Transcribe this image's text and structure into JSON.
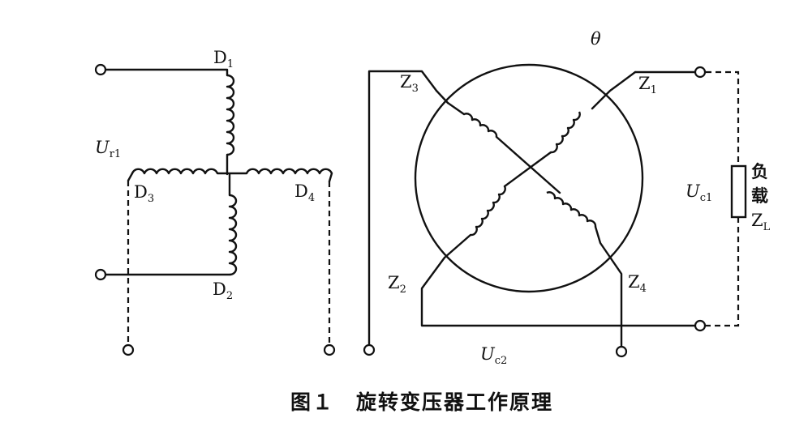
{
  "labels": {
    "d1": {
      "main": "D",
      "sub": "1"
    },
    "d2": {
      "main": "D",
      "sub": "2"
    },
    "d3": {
      "main": "D",
      "sub": "3"
    },
    "d4": {
      "main": "D",
      "sub": "4"
    },
    "ur1": {
      "main": "U",
      "sub": "r1"
    },
    "uc1": {
      "main": "U",
      "sub": "c1"
    },
    "uc2": {
      "main": "U",
      "sub": "c2"
    },
    "z1": {
      "main": "Z",
      "sub": "1"
    },
    "z2": {
      "main": "Z",
      "sub": "2"
    },
    "z3": {
      "main": "Z",
      "sub": "3"
    },
    "z4": {
      "main": "Z",
      "sub": "4"
    },
    "theta": "θ",
    "load_line1": "负",
    "load_line2": "载",
    "load_zl": {
      "main": "Z",
      "sub": "L"
    }
  },
  "caption": "图１　旋转变压器工作原理"
}
